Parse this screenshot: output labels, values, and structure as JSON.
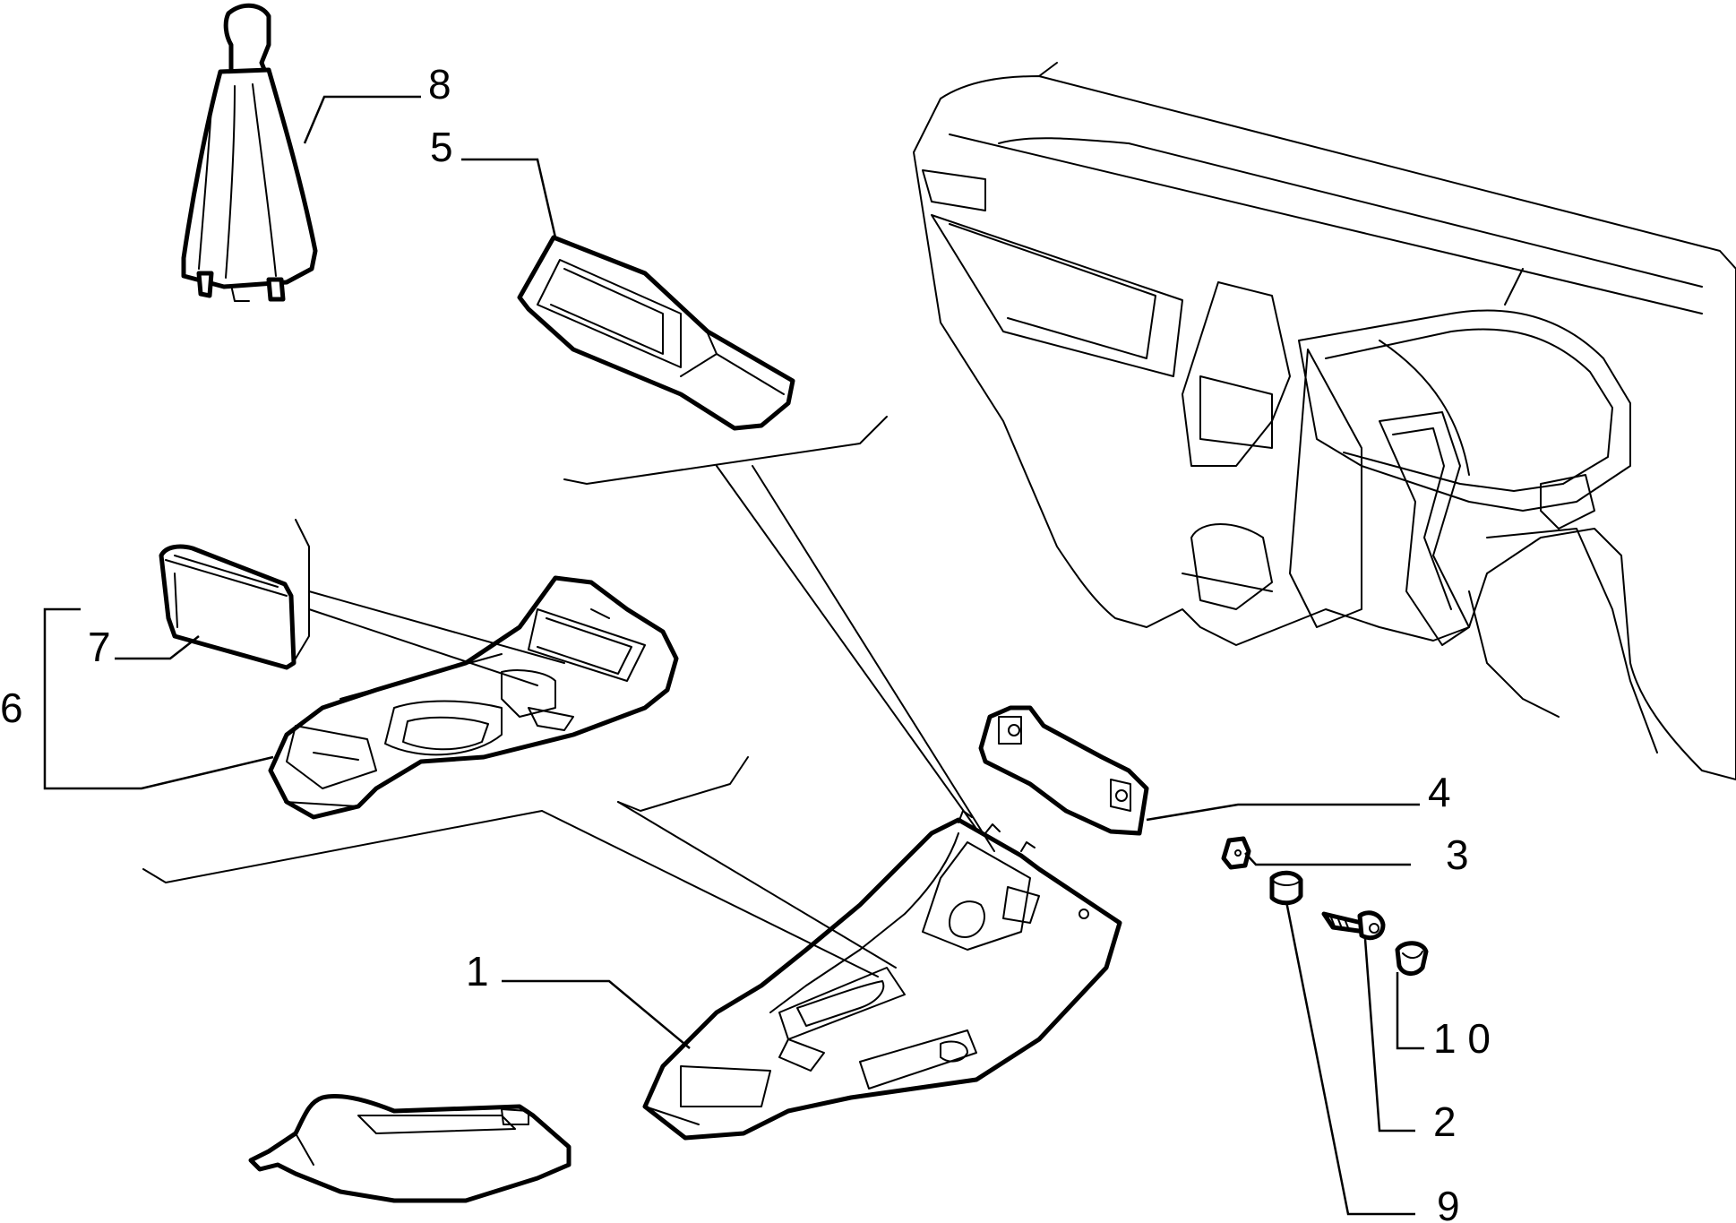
{
  "diagram": {
    "callouts": [
      {
        "id": "1",
        "text": "1"
      },
      {
        "id": "2",
        "text": "2"
      },
      {
        "id": "3",
        "text": "3"
      },
      {
        "id": "4",
        "text": "4"
      },
      {
        "id": "5",
        "text": "5"
      },
      {
        "id": "6",
        "text": "6"
      },
      {
        "id": "7",
        "text": "7"
      },
      {
        "id": "8",
        "text": "8"
      },
      {
        "id": "9",
        "text": "9"
      },
      {
        "id": "10",
        "text": "1 0"
      }
    ]
  }
}
